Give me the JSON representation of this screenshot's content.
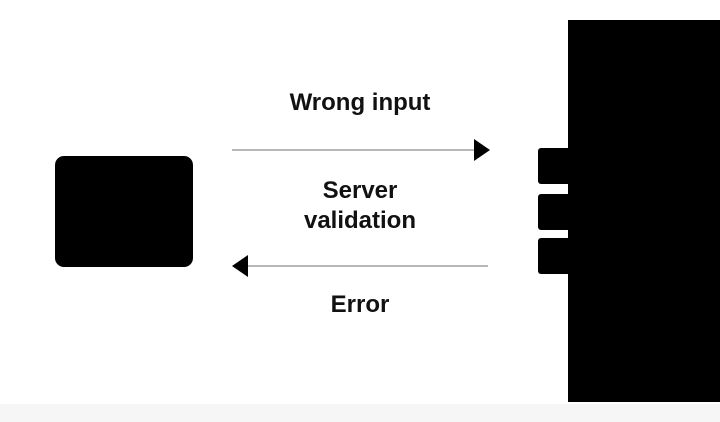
{
  "labels": {
    "forward": "Wrong input",
    "middle_line1": "Server",
    "middle_line2": "validation",
    "return": "Error"
  },
  "colors": {
    "shape": "#000000",
    "arrow_line": "#a0a0a0",
    "arrow_head": "#000000",
    "text": "#111111",
    "background": "#ffffff"
  }
}
